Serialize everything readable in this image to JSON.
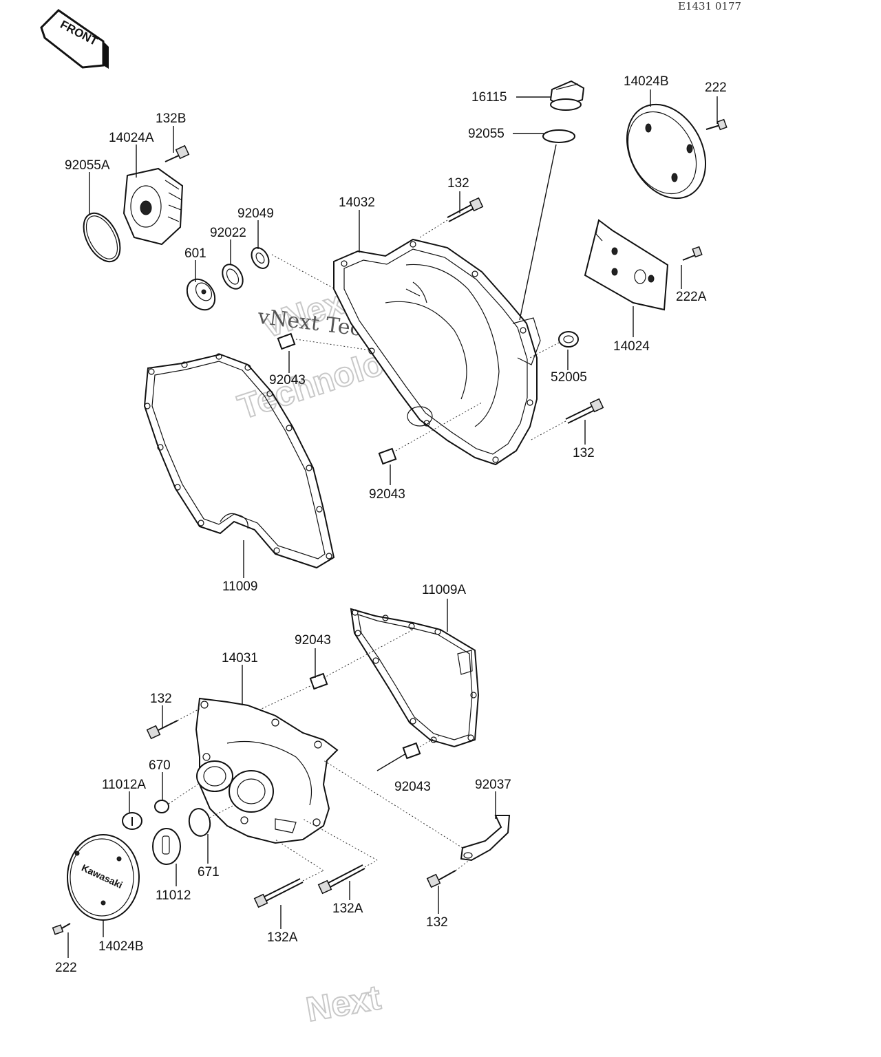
{
  "header": {
    "drawing_code": "E1431 0177",
    "front_label": "FRONT"
  },
  "watermark": {
    "line1": "vNext Technologies",
    "big1": "vNext",
    "big2": "Technologies",
    "bottom": "Next"
  },
  "emblem": {
    "text": "Kawasaki"
  },
  "callouts": [
    "16115",
    "14024B",
    "222",
    "92055",
    "132B",
    "14024A",
    "92055A",
    "132",
    "14032",
    "92049",
    "92022",
    "601",
    "222A",
    "14024",
    "92043",
    "52005",
    "132",
    "92043",
    "11009",
    "11009A",
    "92043",
    "14031",
    "132",
    "670",
    "11012A",
    "92043",
    "92037",
    "671",
    "11012",
    "132A",
    "132A",
    "132",
    "14024B",
    "222"
  ]
}
